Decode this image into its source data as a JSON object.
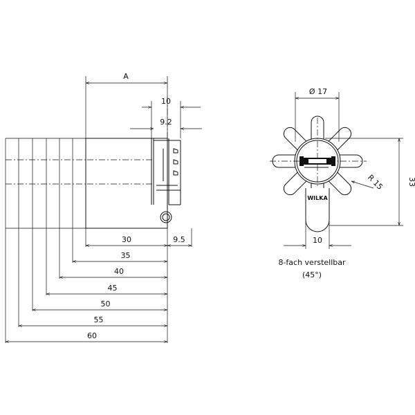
{
  "side_view": {
    "label_a": "A",
    "dim_10_top": "10",
    "dim_9_2": "9.2",
    "dim_30": "30",
    "dim_9_5": "9.5",
    "lengths": [
      "35",
      "40",
      "45",
      "50",
      "55",
      "60"
    ]
  },
  "front_view": {
    "diameter_label": "Ø 17",
    "height_label": "33",
    "radius_label": "R 15",
    "cam_width_label": "10",
    "brand_text": "WILKA",
    "caption_line1": "8-fach verstellbar",
    "caption_line2": "(45°)"
  }
}
